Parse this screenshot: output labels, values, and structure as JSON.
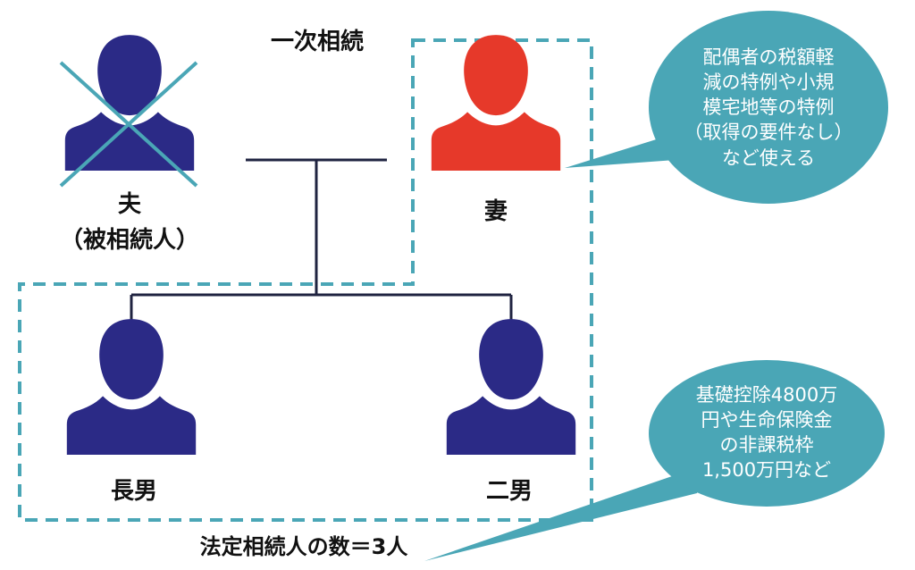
{
  "title": "一次相続",
  "people": {
    "husband": {
      "name": "夫",
      "note": "（被相続人）"
    },
    "wife": {
      "name": "妻"
    },
    "eldest_son": {
      "name": "長男"
    },
    "second_son": {
      "name": "二男"
    }
  },
  "callouts": {
    "spouse": [
      "配偶者の税額軽",
      "減の特例や小規",
      "模宅地等の特例",
      "（取得の要件なし）",
      "など使える"
    ],
    "basic_deduction": [
      "基礎控除4800万",
      "円や生命保険金",
      "の非課税枠",
      "1,500万円など"
    ]
  },
  "footer": "法定相続人の数＝3人",
  "colors": {
    "person": "#2b2a86",
    "wife": "#e6392a",
    "teal": "#4aa6b6",
    "line": "#1f2340"
  }
}
